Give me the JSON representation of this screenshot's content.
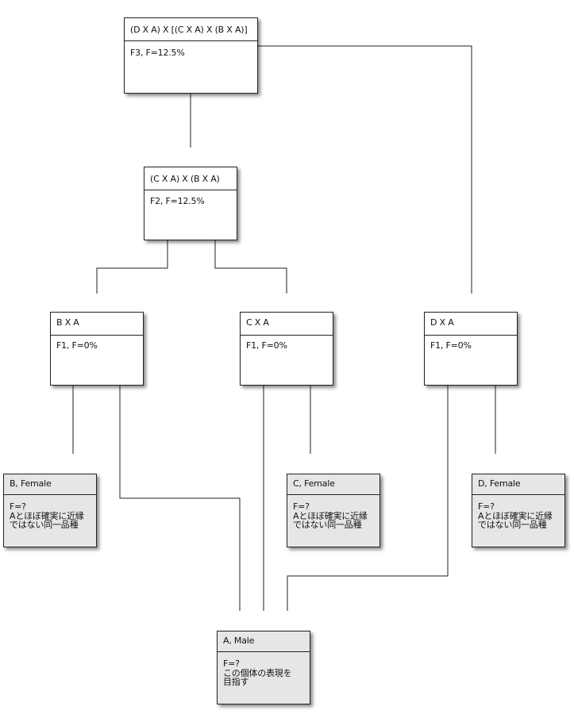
{
  "nodes": {
    "f3": {
      "title": "(D X A) X [(C X A) X (B X A)]",
      "body": "F3, F=12.5%"
    },
    "f2": {
      "title": "(C X A) X (B X A)",
      "body": "F2, F=12.5%"
    },
    "bxa": {
      "title": "B X A",
      "body": "F1, F=0%"
    },
    "cxa": {
      "title": "C X A",
      "body": "F1, F=0%"
    },
    "dxa": {
      "title": "D X A",
      "body": "F1, F=0%"
    },
    "b": {
      "title": "B, Female",
      "body": "F=?\nAとほぼ確実に近縁\nではない同一品種"
    },
    "c": {
      "title": "C, Female",
      "body": "F=?\nAとほぼ確実に近縁\nではない同一品種"
    },
    "d": {
      "title": "D, Female",
      "body": "F=?\nAとほぼ確実に近縁\nではない同一品種"
    },
    "a": {
      "title": "A, Male",
      "body": "F=?\nこの個体の表現を\n目指す"
    }
  },
  "colors": {
    "line": "#222222",
    "shaded_box": "#e6e6e6",
    "plain_box": "#ffffff"
  }
}
